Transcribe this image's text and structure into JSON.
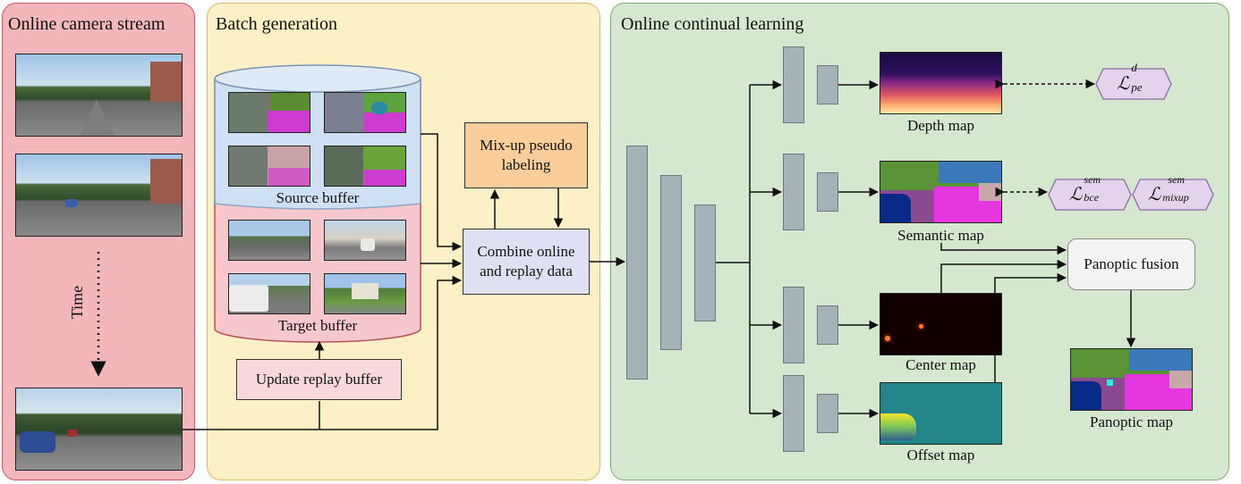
{
  "panels": {
    "stream": {
      "title": "Online camera stream",
      "time_label": "Time"
    },
    "batch": {
      "title": "Batch generation",
      "source_buffer": "Source buffer",
      "target_buffer": "Target buffer",
      "mixup": "Mix-up pseudo labeling",
      "combine": "Combine online and replay data",
      "update": "Update replay buffer"
    },
    "learning": {
      "title": "Online continual learning",
      "outputs": {
        "depth": "Depth map",
        "semantic": "Semantic map",
        "center": "Center map",
        "offset": "Offset map",
        "panoptic": "Panoptic map"
      },
      "fusion": "Panoptic fusion"
    }
  },
  "losses": {
    "depth": "ℒ",
    "depth_sup": "d",
    "depth_sub": "pe",
    "sem_bce": "ℒ",
    "sem_bce_sup": "sem",
    "sem_bce_sub": "bce",
    "sem_mixup": "ℒ",
    "sem_mixup_sup": "sem",
    "sem_mixup_sub": "mixup"
  },
  "colors": {
    "stream_bg": "#f3b7bb",
    "batch_bg": "#fdf0c6",
    "learning_bg": "#d5e8cf",
    "mixup_bg": "#fbcd9a",
    "combine_bg": "#dfe0f3",
    "update_bg": "#f9d8dc",
    "loss_bg": "#e3d3ec",
    "layer": "#a7b1b8"
  }
}
